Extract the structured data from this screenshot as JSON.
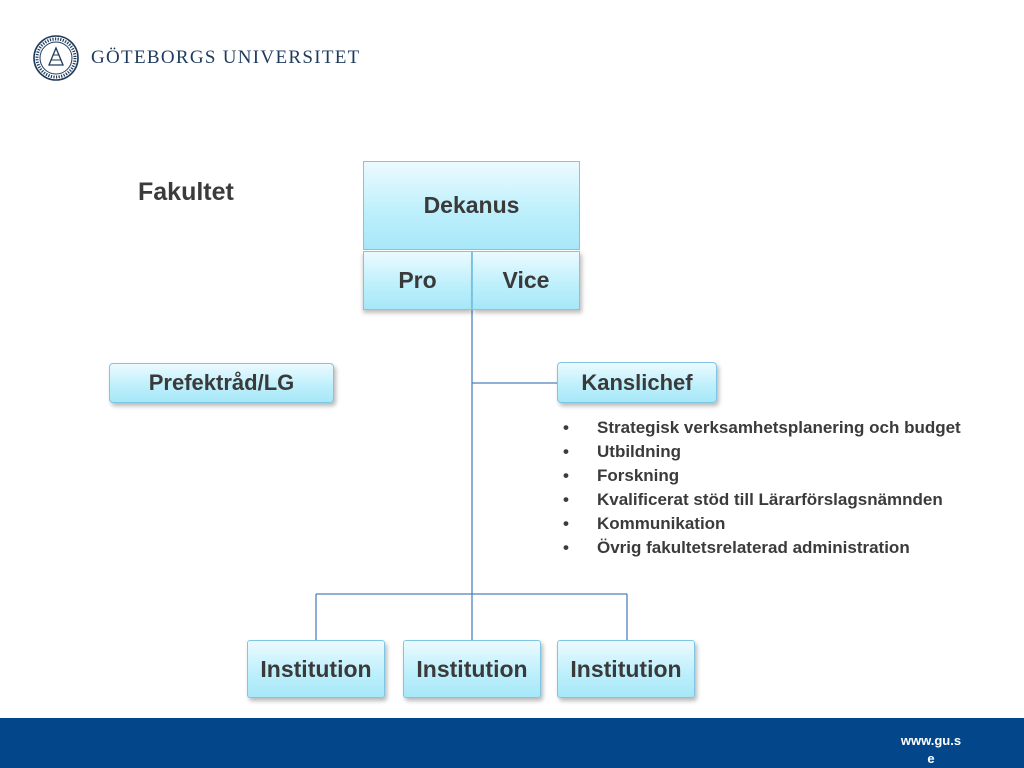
{
  "header": {
    "logo_icon": "university-seal-icon",
    "university_name": "GÖTEBORGS UNIVERSITET"
  },
  "slide": {
    "section_label": "Fakultet",
    "dekanus": "Dekanus",
    "pro": "Pro",
    "vice": "Vice",
    "prefektrad": "Prefektråd/LG",
    "kanslichef": "Kanslichef",
    "kanslichef_tasks": [
      "Strategisk verksamhetsplanering och budget",
      "Utbildning",
      "Forskning",
      "Kvalificerat stöd till Lärarförslagsnämnden",
      "Kommunikation",
      "Övrig fakultetsrelaterad administration"
    ],
    "bullet": "•",
    "institutions": [
      "Institution",
      "Institution",
      "Institution"
    ]
  },
  "footer": {
    "url": "www.gu.se"
  },
  "colors": {
    "box_fill": "#bff0fc",
    "box_border": "#7fc6e4",
    "connector": "#4f81bd",
    "footer_bar": "#03478a",
    "text": "#3a3a3a"
  }
}
